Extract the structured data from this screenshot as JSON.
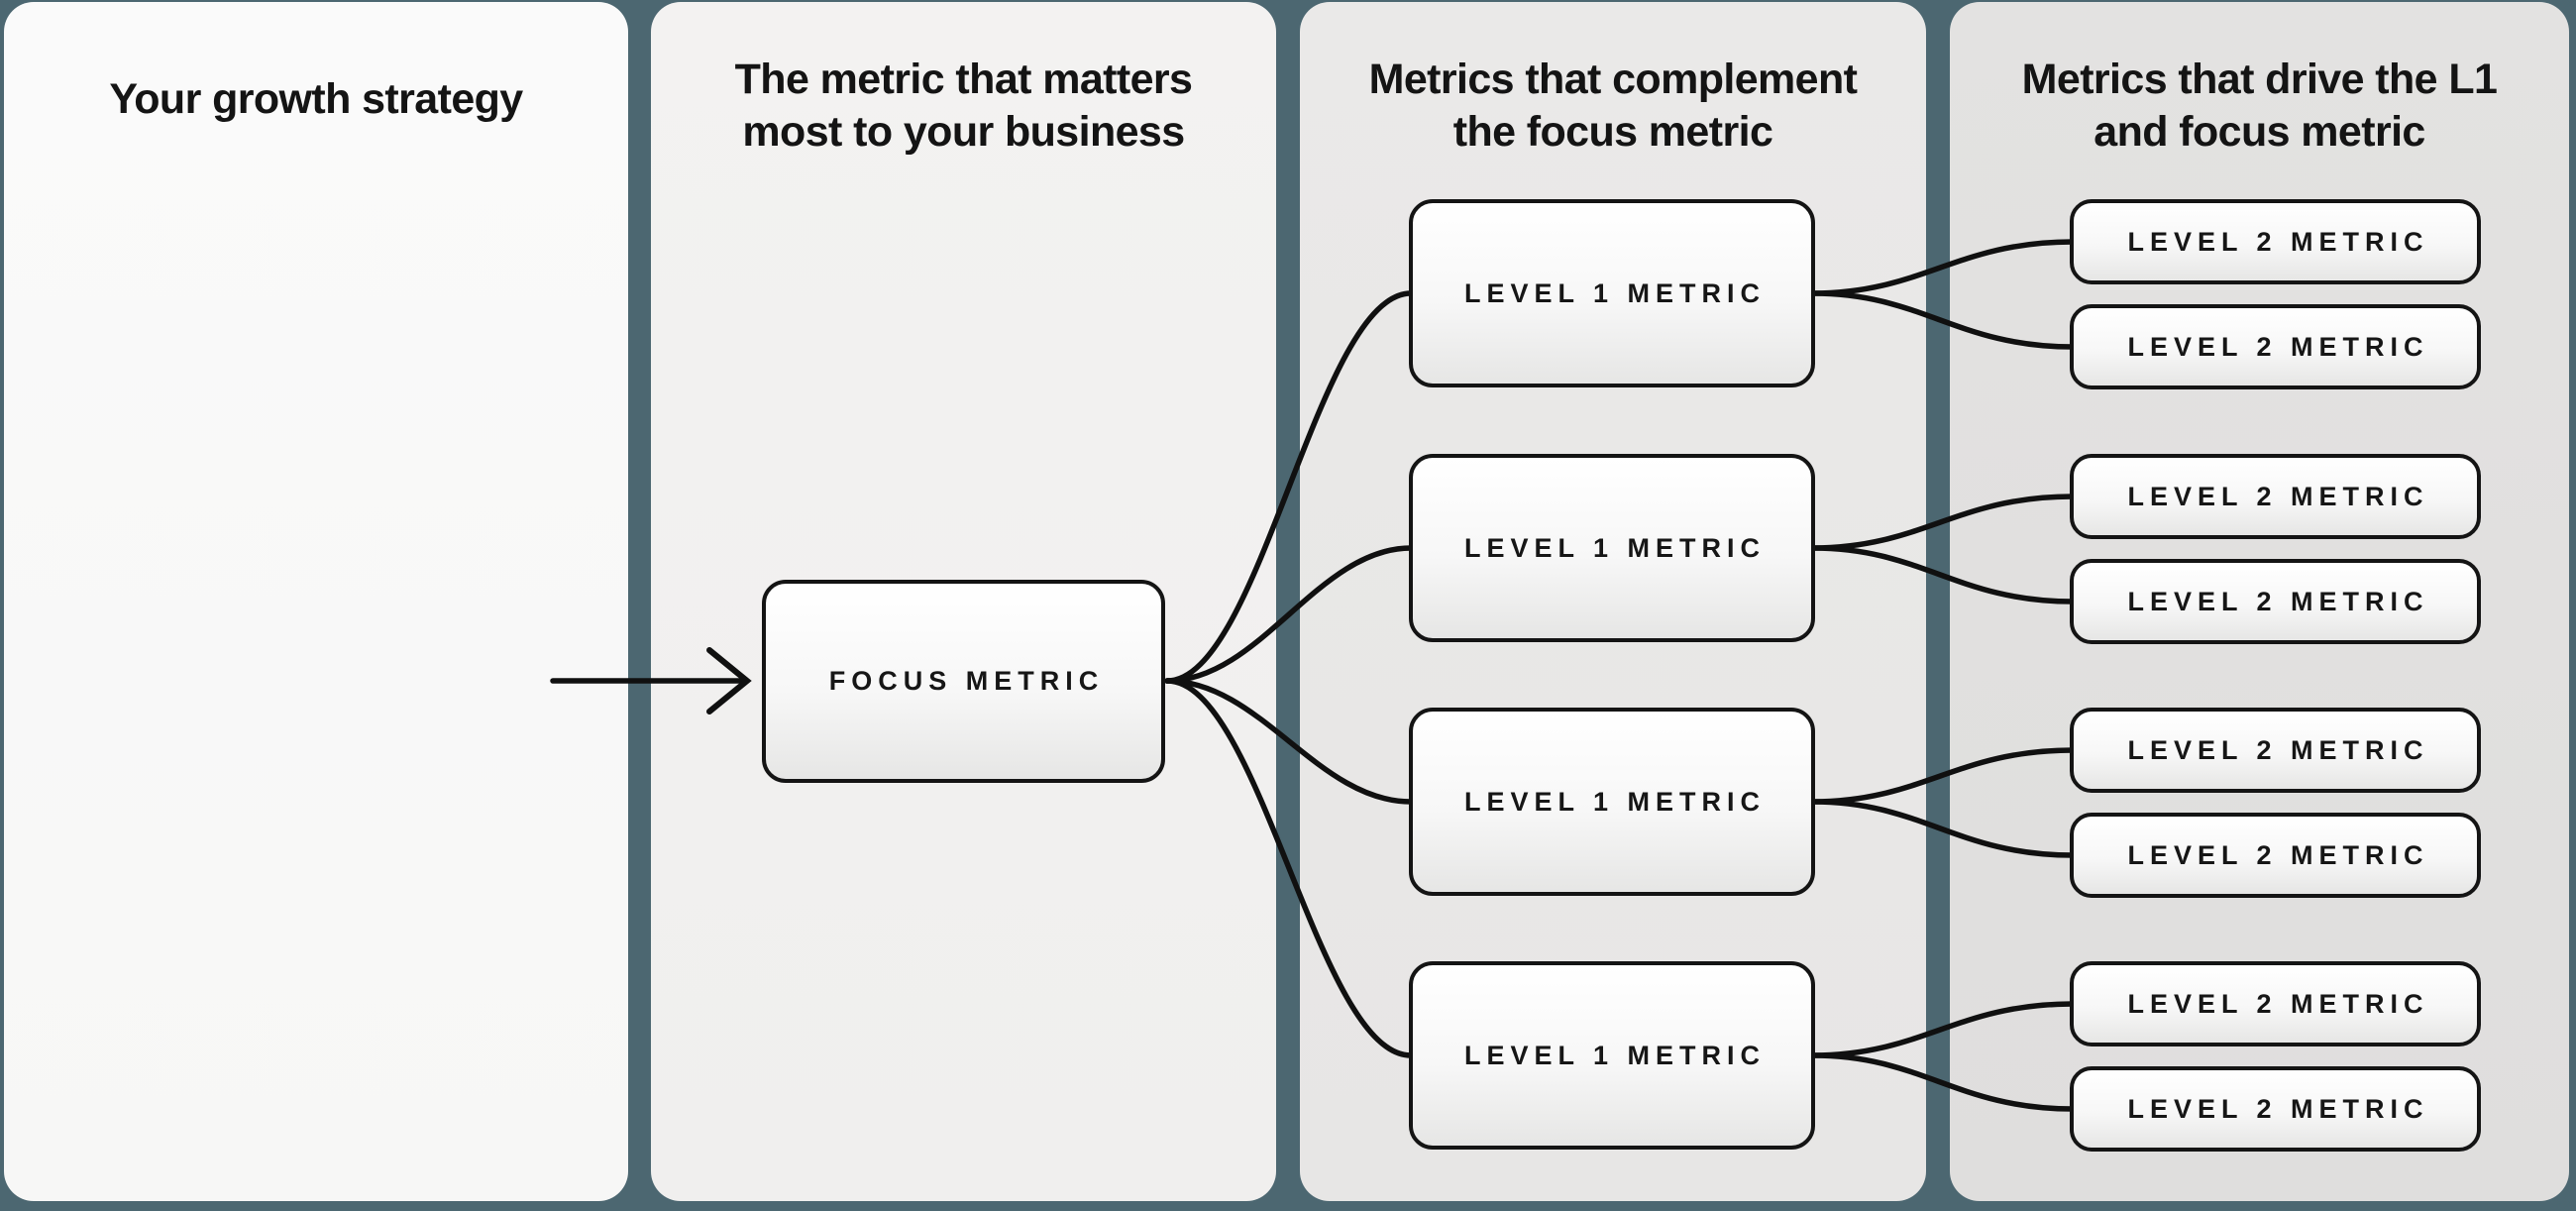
{
  "diagram": {
    "background_color": "#4c6771",
    "connector_color": "#101010",
    "columns": [
      {
        "id": "growth-strategy",
        "title": "Your growth strategy",
        "panel_color": "#f9f9f8",
        "icon": "growth-loop-database-icon"
      },
      {
        "id": "focus-metric",
        "title": "The metric that matters\nmost to your business",
        "panel_color": "#f2f1f0",
        "focus_box_label": "FOCUS METRIC"
      },
      {
        "id": "level1-metrics",
        "title": "Metrics that complement\nthe focus metric",
        "panel_color": "#e9e8e7",
        "boxes": [
          "LEVEL 1 METRIC",
          "LEVEL 1 METRIC",
          "LEVEL 1 METRIC",
          "LEVEL 1 METRIC"
        ]
      },
      {
        "id": "level2-metrics",
        "title": "Metrics that drive the L1\nand focus metric",
        "panel_color": "#e1e0df",
        "boxes": [
          "LEVEL 2 METRIC",
          "LEVEL 2 METRIC",
          "LEVEL 2 METRIC",
          "LEVEL 2 METRIC",
          "LEVEL 2 METRIC",
          "LEVEL 2 METRIC",
          "LEVEL 2 METRIC",
          "LEVEL 2 METRIC"
        ]
      }
    ],
    "icon_colors": {
      "blade_fill": "#fcfcfc",
      "outline": "#0d0d0d",
      "dark_circle_center": "#362a70",
      "dark_circle_edge": "#1f1848",
      "glow": "#7a5af2",
      "disk_light": "#d6ccfc",
      "disk_mid": "#b4a3f6",
      "disk_stroke": "#7e66ea",
      "disk_top": "#8b72f2",
      "disk_opening": "#6f54ea"
    }
  }
}
